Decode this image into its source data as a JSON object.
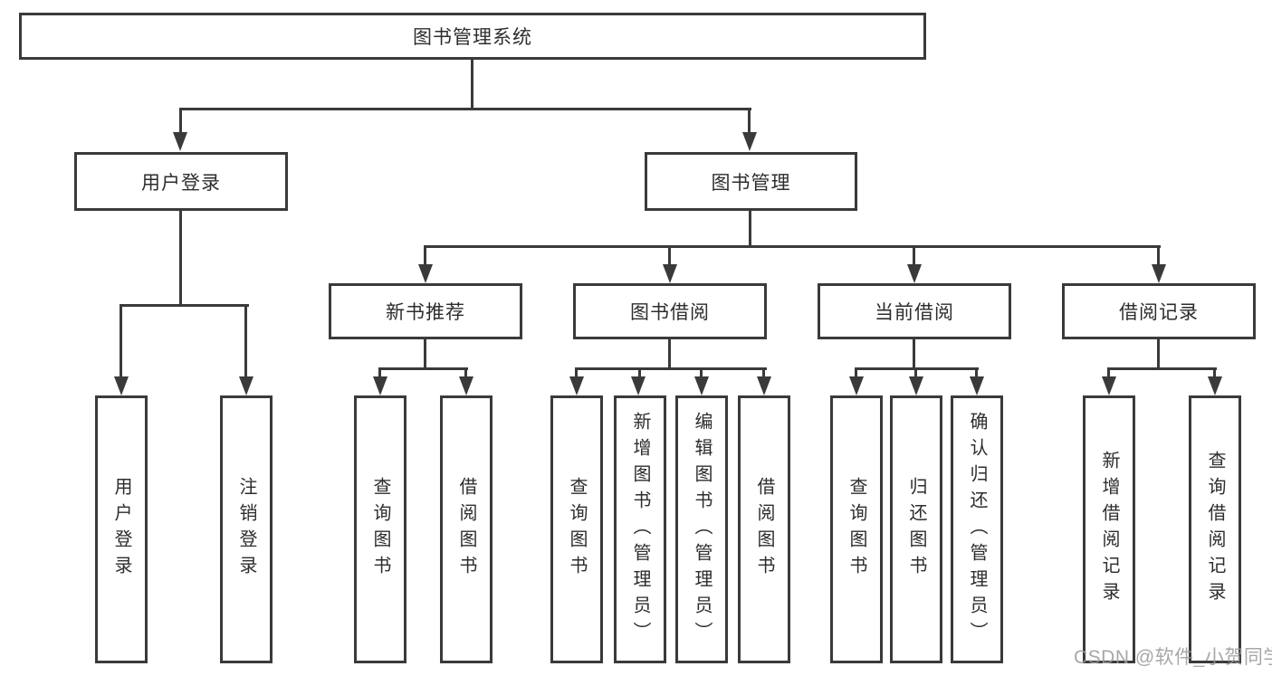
{
  "tree": {
    "root": "图书管理系统",
    "branches": [
      {
        "label": "用户登录",
        "children": [
          "用户登录",
          "注销登录"
        ]
      },
      {
        "label": "图书管理",
        "children": [
          {
            "label": "新书推荐",
            "children": [
              "查询图书",
              "借阅图书"
            ]
          },
          {
            "label": "图书借阅",
            "children": [
              "查询图书",
              "新增图书（管理员）",
              "编辑图书（管理员）",
              "借阅图书"
            ]
          },
          {
            "label": "当前借阅",
            "children": [
              "查询图书",
              "归还图书",
              "确认归还（管理员）"
            ]
          },
          {
            "label": "借阅记录",
            "children": [
              "新增借阅记录",
              "查询借阅记录"
            ]
          }
        ]
      }
    ]
  },
  "watermark": {
    "text": "CSDN @软件_小贺同学",
    "color": "#9b9b9b"
  },
  "colors": {
    "line": "#3a3a3a",
    "text": "#2d2d2d",
    "background": "#ffffff"
  }
}
